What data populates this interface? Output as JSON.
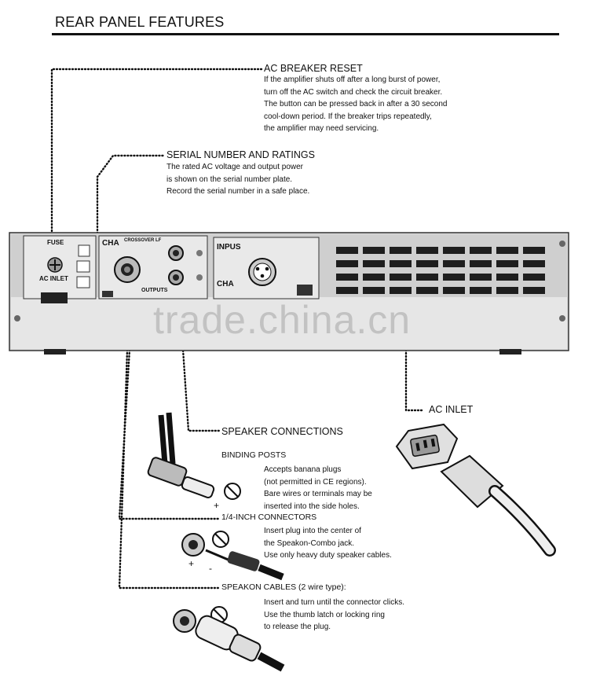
{
  "title": "REAR PANEL FEATURES",
  "sections": {
    "ac_breaker": {
      "heading": "AC BREAKER RESET",
      "lines": [
        "If the amplifier shuts off after a long burst of power,",
        "turn off the AC switch and check the circuit breaker.",
        "The button can be pressed back in after a 30 second",
        "cool-down period. If the breaker trips repeatedly,",
        "the amplifier may need servicing."
      ]
    },
    "serial": {
      "heading": "SERIAL NUMBER AND RATINGS",
      "lines": [
        "The rated AC voltage and output power",
        "is shown on the serial number plate.",
        "Record the serial number in a safe place."
      ]
    },
    "ac_inlet": {
      "heading": "AC INLET"
    },
    "speaker": {
      "heading": "SPEAKER CONNECTIONS"
    },
    "binding": {
      "heading": "BINDING POSTS",
      "lines": [
        "Accepts banana plugs",
        "(not permitted in CE regions).",
        "Bare wires or terminals may be",
        "inserted into the side holes."
      ]
    },
    "quarter": {
      "heading": "1/4-INCH CONNECTORS",
      "lines": [
        "Insert plug into the center of",
        "the Speakon-Combo jack.",
        "Use only heavy duty speaker cables."
      ]
    },
    "speakon": {
      "heading": "SPEAKON CABLES (2 wire type):",
      "lines": [
        "Insert and turn until the connector clicks.",
        "Use the thumb latch or locking ring",
        "to release the plug."
      ]
    }
  },
  "panel": {
    "fuse": "FUSE",
    "ac_inlet": "AC INLET",
    "cha": "CHA",
    "crossover": "CROSSOVER LF",
    "outputs": "OUTPUTS",
    "inputs": "INPUS",
    "cha2": "CHA"
  },
  "watermark": "trade.china.cn",
  "symbols": {
    "plus": "+",
    "minus": "-"
  }
}
